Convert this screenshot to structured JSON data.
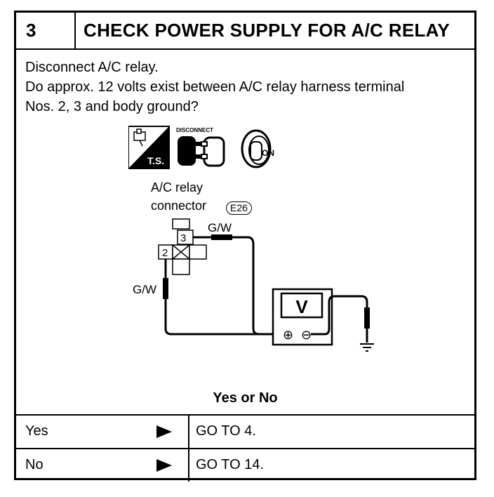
{
  "header": {
    "step_number": "3",
    "title": "CHECK POWER SUPPLY FOR A/C RELAY"
  },
  "instructions": [
    "Disconnect A/C relay.",
    "Do approx. 12 volts exist between A/C relay harness terminal",
    "Nos. 2, 3 and body ground?"
  ],
  "diagram": {
    "icon_disconnect_label": "DISCONNECT",
    "icon_ts_label": "T.S.",
    "icon_ignition_label": "ON",
    "connector_label_line1": "A/C  relay",
    "connector_label_line2": "connector",
    "connector_id": "E26",
    "terminal_3": "3",
    "terminal_2": "2",
    "wire_top_label": "G/W",
    "wire_left_label": "G/W",
    "meter_symbol": "V",
    "meter_plus": "⊕",
    "meter_minus": "⊖"
  },
  "question_label": "Yes or No",
  "results": [
    {
      "answer": "Yes",
      "action": "GO TO 4."
    },
    {
      "answer": "No",
      "action": "GO TO 14."
    }
  ]
}
